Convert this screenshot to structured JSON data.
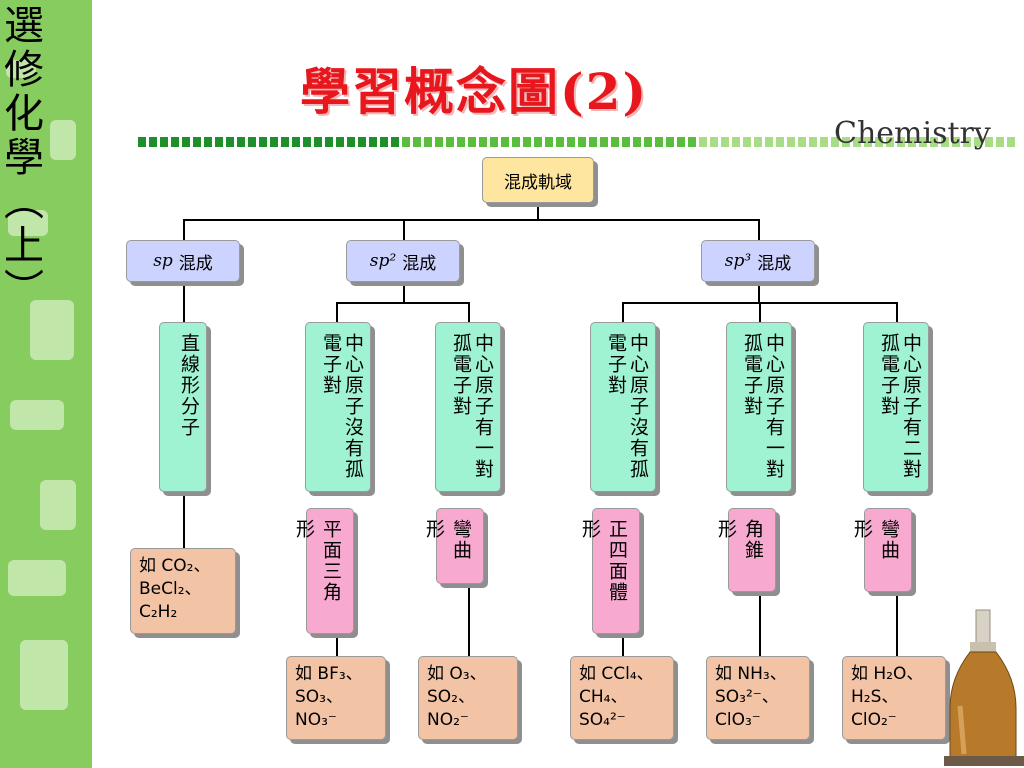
{
  "sidebar": {
    "title_chars": [
      "選",
      "修",
      "化",
      "學",
      "︵",
      "上",
      "︶"
    ]
  },
  "header": {
    "title": "學習概念圖(2)",
    "brand": "Chemistry"
  },
  "diagram": {
    "root": "混成軌域",
    "hybrids": [
      {
        "italic": "sp",
        "label": "混成"
      },
      {
        "italic": "sp²",
        "label": "混成"
      },
      {
        "italic": "sp³",
        "label": "混成"
      }
    ],
    "descriptions": [
      "直線形分子",
      "中心原子沒有孤電子對",
      "中心原子有一對孤電子對",
      "中心原子沒有孤電子對",
      "中心原子有一對孤電子對",
      "中心原子有二對孤電子對"
    ],
    "shapes": [
      "平面三角形",
      "彎曲形",
      "正四面體形",
      "角錐形",
      "彎曲形"
    ],
    "examples_text": [
      "如 CO₂、BeCl₂、C₂H₂",
      "如 BF₃、SO₃、NO₃⁻",
      "如 O₃、SO₂、NO₂⁻",
      "如 CCl₄、CH₄、SO₄²⁻",
      "如 NH₃、SO₃²⁻、ClO₃⁻",
      "如 H₂O、H₂S、ClO₂⁻"
    ]
  }
}
